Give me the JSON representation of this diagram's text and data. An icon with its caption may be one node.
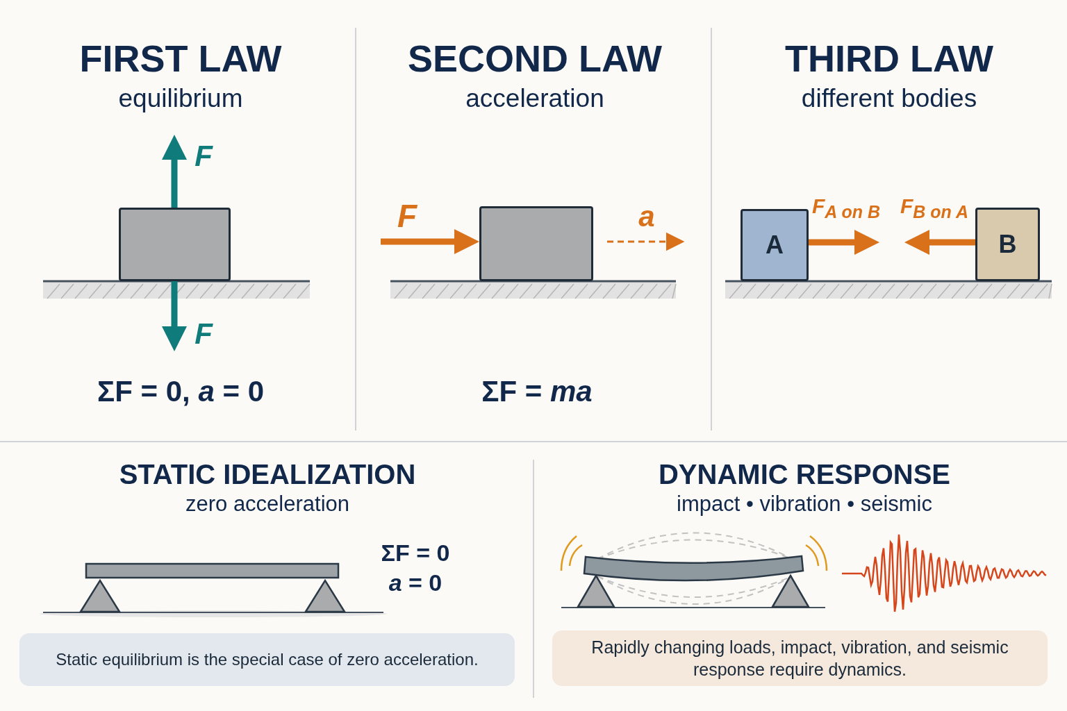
{
  "diagram": {
    "nodes": [
      {
        "text": [],
        "shape": "box"
      },
      {
        "text": [],
        "shape": "box"
      },
      {
        "text": [
          "A"
        ]
      },
      {
        "text": [
          "B"
        ]
      },
      {
        "text": [
          "Static equilibrium is the special case of zero acceleration."
        ]
      },
      {
        "text": [
          "Rapidly changing loads, impact, vibration, and seismic response require dynamics."
        ]
      }
    ],
    "edges": [],
    "labels": [
      "FIRST LAW",
      "equilibrium",
      "SECOND LAW",
      "acceleration",
      "THIRD LAW",
      "different bodies",
      "F",
      "F",
      "a",
      "F$_{A on B}$",
      "F$_{B on A}$",
      "F",
      "ΣF = 0,  *a* = 0",
      "ΣF = *ma*",
      "STATIC IDEALIZATION",
      "zero acceleration",
      "DYNAMIC RESPONSE",
      "impact • vibration • seismic",
      "ΣF = 0",
      "*a* = 0"
    ]
  }
}
